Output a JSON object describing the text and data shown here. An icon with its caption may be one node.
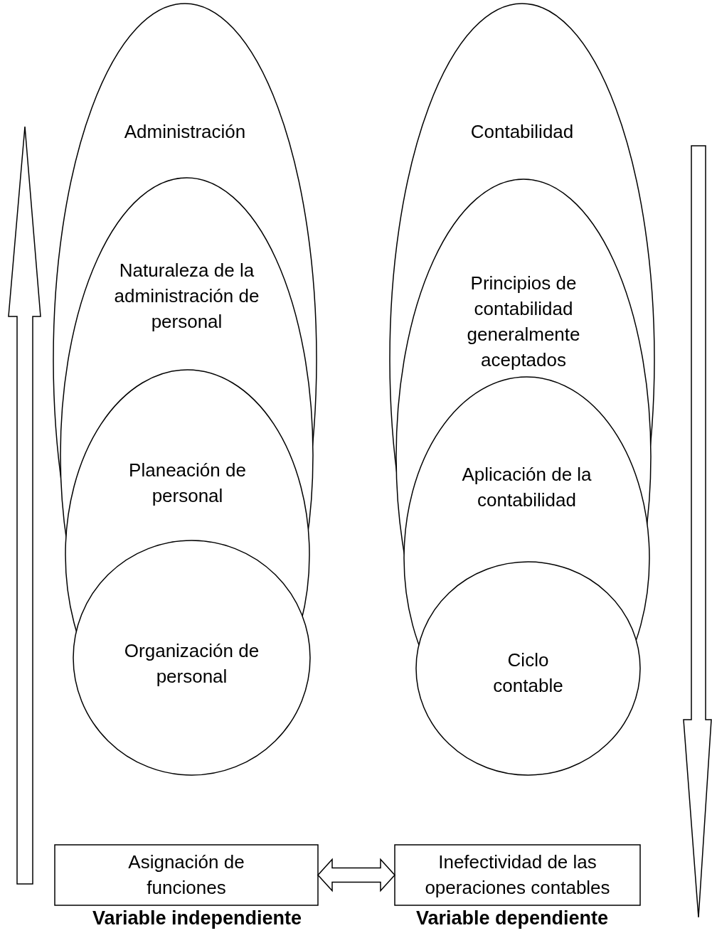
{
  "diagram": {
    "nodes": [
      {
        "text": [
          "Administración"
        ]
      },
      {
        "text": [
          "Naturaleza de la administración de personal"
        ],
        "in": 0
      },
      {
        "text": [
          "Planeación de personal"
        ],
        "in": 1
      },
      {
        "text": [
          "Organización de personal"
        ],
        "in": 2
      },
      {
        "text": [
          "Contabilidad"
        ]
      },
      {
        "text": [
          "Principios de contabilidad generalmente aceptados"
        ],
        "in": 4
      },
      {
        "text": [
          "Aplicación de la contabilidad"
        ],
        "in": 5
      },
      {
        "text": [
          "Ciclo contable"
        ],
        "in": 6
      },
      {
        "text": [
          "Asignación de funciones"
        ]
      },
      {
        "text": [
          "Inefectividad de las operaciones contables"
        ]
      }
    ],
    "edges": [
      {
        "from": 8,
        "to": 9,
        "arrow": "both"
      }
    ],
    "labels": [
      "Variable independiente",
      "Variable dependiente"
    ]
  }
}
